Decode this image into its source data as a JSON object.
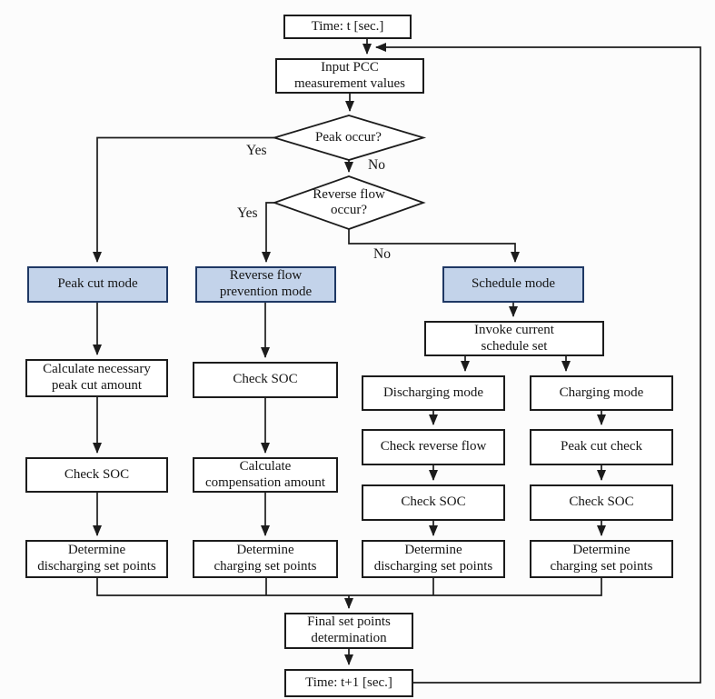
{
  "diagram": {
    "colors": {
      "mode_fill": "#c3d3ea",
      "mode_border": "#1f3864",
      "box_border": "#1c1c1c",
      "line": "#1c1c1c",
      "background": "#fcfcfc"
    },
    "nodes": {
      "time_t": "Time: t [sec.]",
      "input_pcc": "Input PCC\nmeasurement values",
      "peak_occur": "Peak occur?",
      "reverse_flow": "Reverse flow\noccur?",
      "peak_cut_mode": "Peak cut mode",
      "reverse_flow_prevention_mode": "Reverse flow\nprevention mode",
      "schedule_mode": "Schedule mode",
      "invoke_schedule": "Invoke current\nschedule set",
      "calc_peak_cut": "Calculate necessary\npeak cut amount",
      "check_soc_1": "Check SOC",
      "determine_discharging_1": "Determine\ndischarging set points",
      "check_soc_2": "Check SOC",
      "calc_compensation": "Calculate\ncompensation amount",
      "determine_charging_2": "Determine\ncharging set points",
      "discharging_mode": "Discharging mode",
      "check_reverse_flow": "Check reverse flow",
      "check_soc_3": "Check SOC",
      "determine_discharging_3": "Determine\ndischarging set points",
      "charging_mode": "Charging mode",
      "peak_cut_check": "Peak cut check",
      "check_soc_4": "Check SOC",
      "determine_charging_4": "Determine\ncharging set points",
      "final_set_points": "Final set points\ndetermination",
      "time_t1": "Time: t+1 [sec.]"
    },
    "edge_labels": {
      "peak_yes": "Yes",
      "peak_no": "No",
      "reverse_yes": "Yes",
      "reverse_no": "No"
    }
  }
}
